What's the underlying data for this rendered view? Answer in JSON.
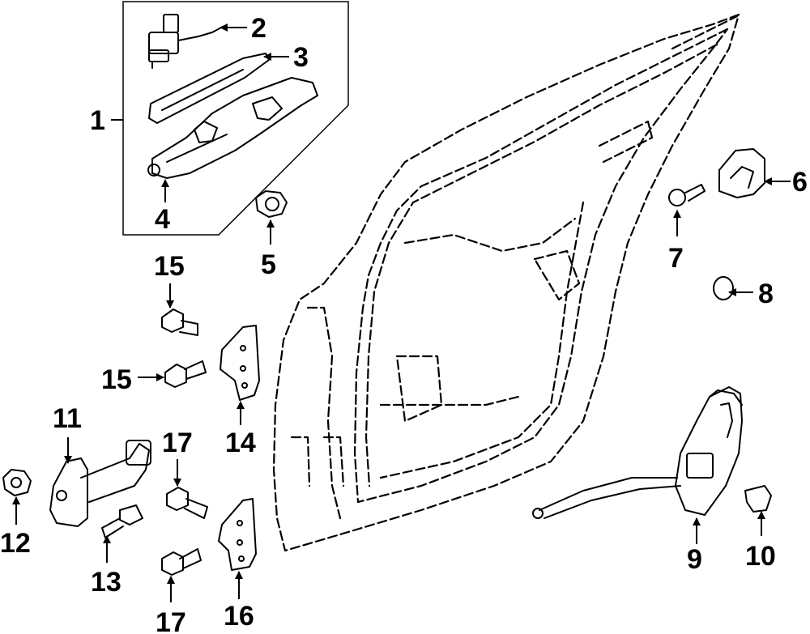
{
  "colors": {
    "line": "#000000",
    "background": "#ffffff"
  },
  "callouts": {
    "c1": "1",
    "c2": "2",
    "c3": "3",
    "c4": "4",
    "c5": "5",
    "c6": "6",
    "c7": "7",
    "c8": "8",
    "c9": "9",
    "c10": "10",
    "c11": "11",
    "c12": "12",
    "c13": "13",
    "c14": "14",
    "c15a": "15",
    "c15b": "15",
    "c16": "16",
    "c17a": "17",
    "c17b": "17"
  }
}
